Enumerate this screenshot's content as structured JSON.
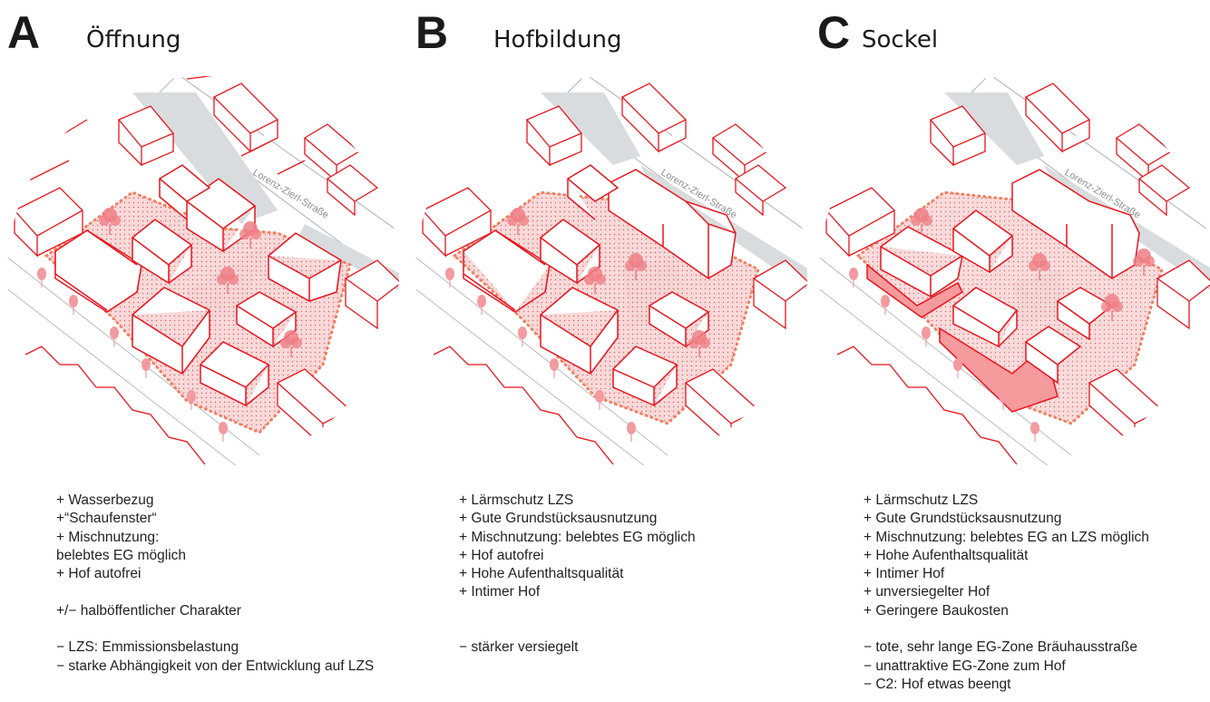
{
  "colors": {
    "accent": "#e8141c",
    "plaza_fill": "#f8c9c9",
    "dot_border": "#f08060",
    "road_gray": "#d9dcde",
    "tree": "#ef7f86",
    "text": "#1a1a1a"
  },
  "street_label": "Lorenz-Zierl-Straße",
  "variants": [
    {
      "letter": "A",
      "title": "Öffnung",
      "notes": [
        "+ Wasserbezug",
        "+“Schaufenster“",
        "+ Mischnutzung:",
        "belebtes EG möglich",
        "+ Hof autofrei",
        "",
        "+/− halböffentlicher Charakter",
        "",
        "− LZS: Emmissionsbelastung",
        "− starke Abhängigkeit von der Entwicklung auf LZS"
      ]
    },
    {
      "letter": "B",
      "title": "Hofbildung",
      "notes": [
        "+ Lärmschutz LZS",
        "+ Gute Grundstücksausnutzung",
        "+ Mischnutzung: belebtes EG möglich",
        "+ Hof autofrei",
        "+ Hohe Aufenthaltsqualität",
        "+ Intimer Hof",
        "",
        "",
        "− stärker versiegelt"
      ]
    },
    {
      "letter": "C",
      "title": "Sockel",
      "notes": [
        "+ Lärmschutz LZS",
        "+ Gute Grundstücksausnutzung",
        "+ Mischnutzung: belebtes EG an LZS möglich",
        "+ Hohe Aufenthaltsqualität",
        "+ Intimer Hof",
        "+ unversiegelter Hof",
        "+ Geringere Baukosten",
        "",
        "− tote, sehr lange EG-Zone Bräuhausstraße",
        "− unattraktive EG-Zone zum Hof",
        "− C2: Hof etwas beengt"
      ]
    }
  ]
}
